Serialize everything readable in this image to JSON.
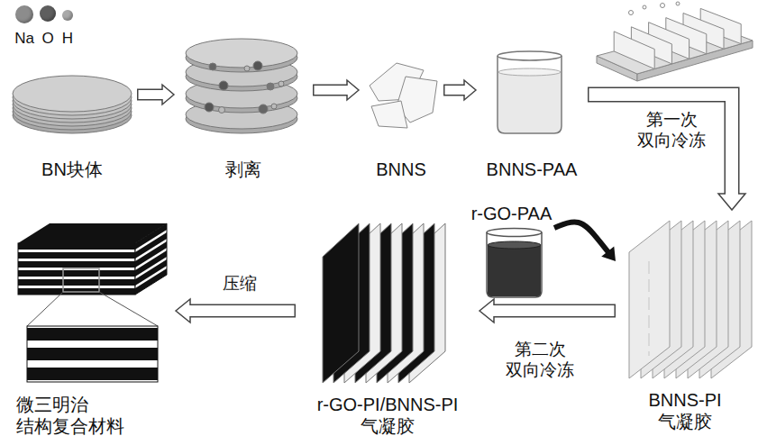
{
  "diagram": {
    "nodes": [
      {
        "text": [
          "BN块体"
        ]
      },
      {
        "text": [
          "剥离"
        ]
      },
      {
        "text": [
          "BNNS"
        ]
      },
      {
        "text": [
          "BNNS-PAA"
        ]
      },
      {
        "text": [
          "BNNS-PI 气凝胶"
        ]
      },
      {
        "text": [
          "r-GO-PAA"
        ]
      },
      {
        "text": [
          "r-GO-PI/BNNS-PI 气凝胶"
        ]
      },
      {
        "text": [
          "微三明治 结构复合材料"
        ]
      }
    ],
    "edges": [
      {
        "from": 0,
        "to": 1,
        "arrow": "to"
      },
      {
        "from": 1,
        "to": 2,
        "arrow": "to"
      },
      {
        "from": 2,
        "to": 3,
        "arrow": "to"
      },
      {
        "from": 3,
        "to": 4,
        "label": "第一次 双向冷冻",
        "arrow": "to"
      },
      {
        "from": 5,
        "to": 4,
        "arrow": "to"
      },
      {
        "from": 4,
        "to": 6,
        "label": "第二次 双向冷冻",
        "arrow": "to"
      },
      {
        "from": 6,
        "to": 7,
        "label": "压缩",
        "arrow": "to"
      }
    ],
    "legend": [
      {
        "text": "Na",
        "color": "#8c8c8c"
      },
      {
        "text": "O",
        "color": "#5e5e5e"
      },
      {
        "text": "H",
        "color": "#a9a9a9"
      }
    ]
  }
}
